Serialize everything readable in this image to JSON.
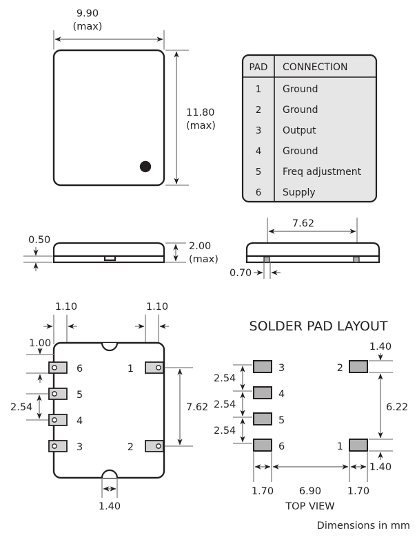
{
  "meta": {
    "footer_note": "Dimensions in mm",
    "line_color": "#231f20",
    "pad_fill": "#b3b3b3",
    "table_fill": "#e6e6e6",
    "body_fill": "#ffffff"
  },
  "top_view": {
    "width_dim": "9.90",
    "width_qualifier": "(max)",
    "height_dim": "11.80",
    "height_qualifier": "(max)"
  },
  "connection_table": {
    "headers": [
      "PAD",
      "CONNECTION"
    ],
    "rows": [
      {
        "pad": "1",
        "connection": "Ground"
      },
      {
        "pad": "2",
        "connection": "Ground"
      },
      {
        "pad": "3",
        "connection": "Output"
      },
      {
        "pad": "4",
        "connection": "Ground"
      },
      {
        "pad": "5",
        "connection": "Freq adjustment"
      },
      {
        "pad": "6",
        "connection": "Supply"
      }
    ]
  },
  "side_view_front": {
    "base_thickness": "0.50",
    "total_height": "2.00",
    "height_qualifier": "(max)"
  },
  "side_view_end": {
    "pad_span": "7.62",
    "pad_width": "0.70"
  },
  "bottom_view": {
    "pad_inset_left": "1.10",
    "pad_inset_right": "1.10",
    "top_offset": "1.00",
    "pad_pitch": "2.54",
    "pad_span_vertical": "7.62",
    "notch_width": "1.40",
    "left_pad_labels": [
      "6",
      "5",
      "4",
      "3"
    ],
    "right_pad_labels": [
      "1",
      "2"
    ]
  },
  "solder_pad_layout": {
    "title": "SOLDER PAD LAYOUT",
    "view_label": "TOP VIEW",
    "left_pad_labels": [
      "3",
      "4",
      "5",
      "6"
    ],
    "right_pad_labels": [
      "2",
      "1"
    ],
    "pitch_1": "2.54",
    "pitch_2": "2.54",
    "pitch_3": "2.54",
    "pad_height_top": "1.40",
    "pad_height_bottom": "1.40",
    "vertical_span": "6.22",
    "pad_width_left": "1.70",
    "gap": "6.90",
    "pad_width_right": "1.70"
  }
}
